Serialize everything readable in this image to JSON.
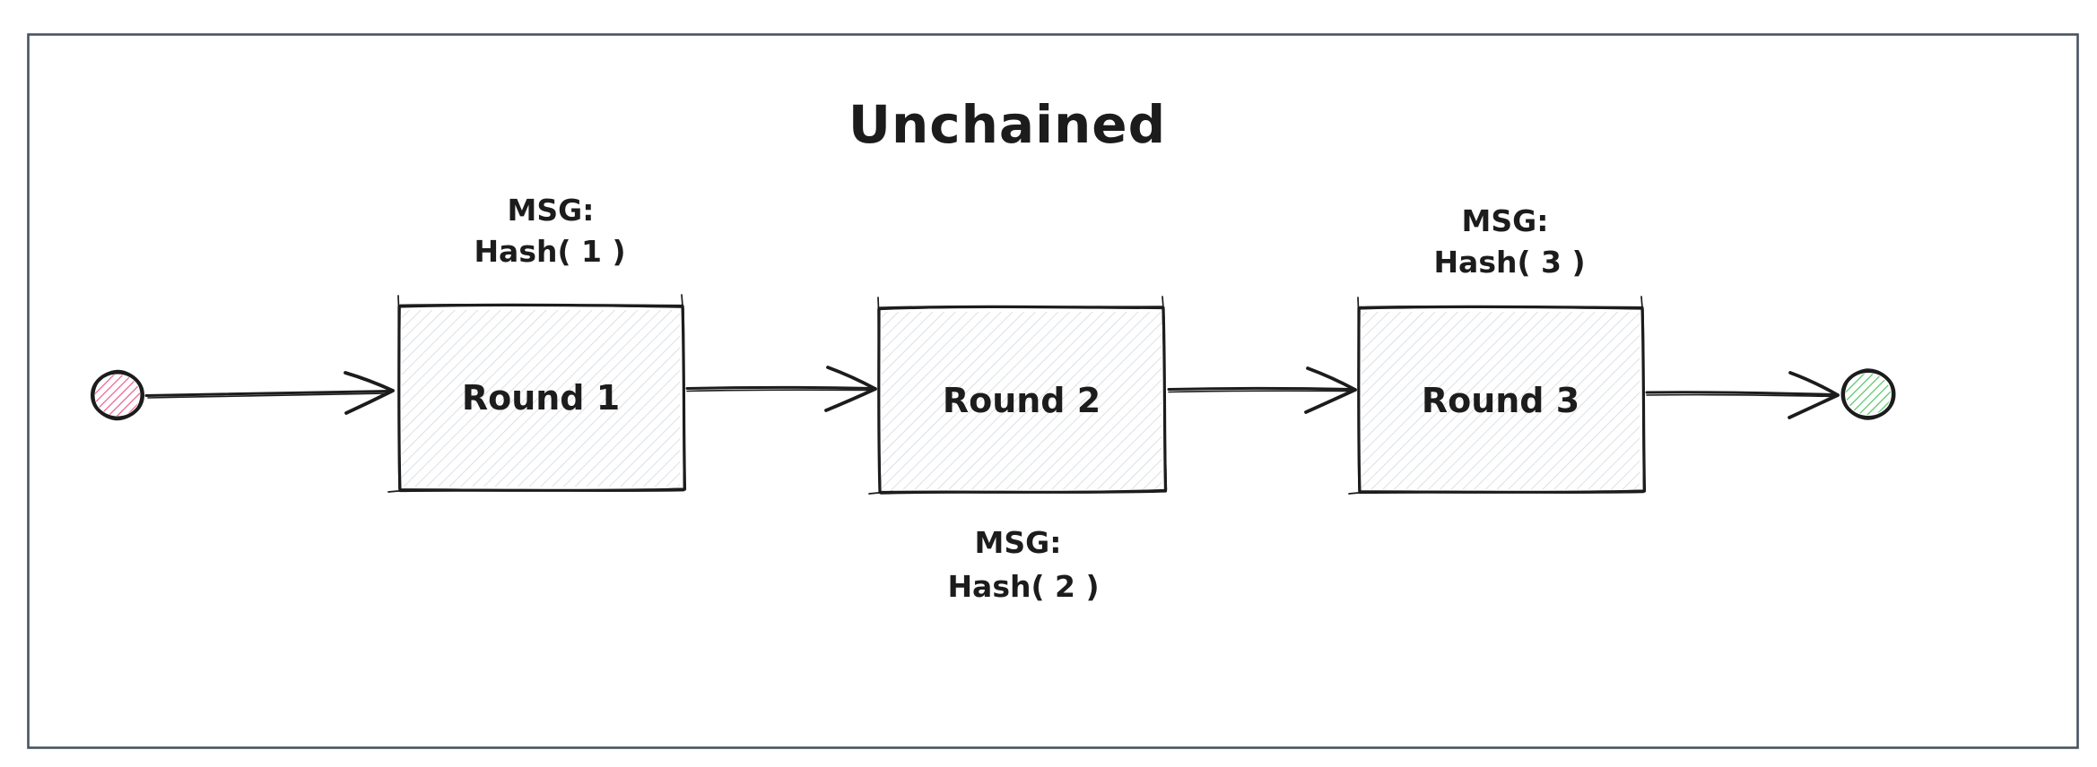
{
  "diagram": {
    "title": "Unchained",
    "nodes": [
      {
        "label": "Round 1",
        "annotation": {
          "line1": "MSG:",
          "line2": "Hash( 1 )"
        }
      },
      {
        "label": "Round 2",
        "annotation": {
          "line1": "MSG:",
          "line2": "Hash( 2 )"
        }
      },
      {
        "label": "Round 3",
        "annotation": {
          "line1": "MSG:",
          "line2": "Hash( 3 )"
        }
      }
    ],
    "terminals": {
      "start_color": "#eb5c90",
      "end_color": "#52c566"
    },
    "colors": {
      "ink": "#1c1c1c",
      "frame": "#475360",
      "node_hatch": "#ccd3db"
    }
  }
}
